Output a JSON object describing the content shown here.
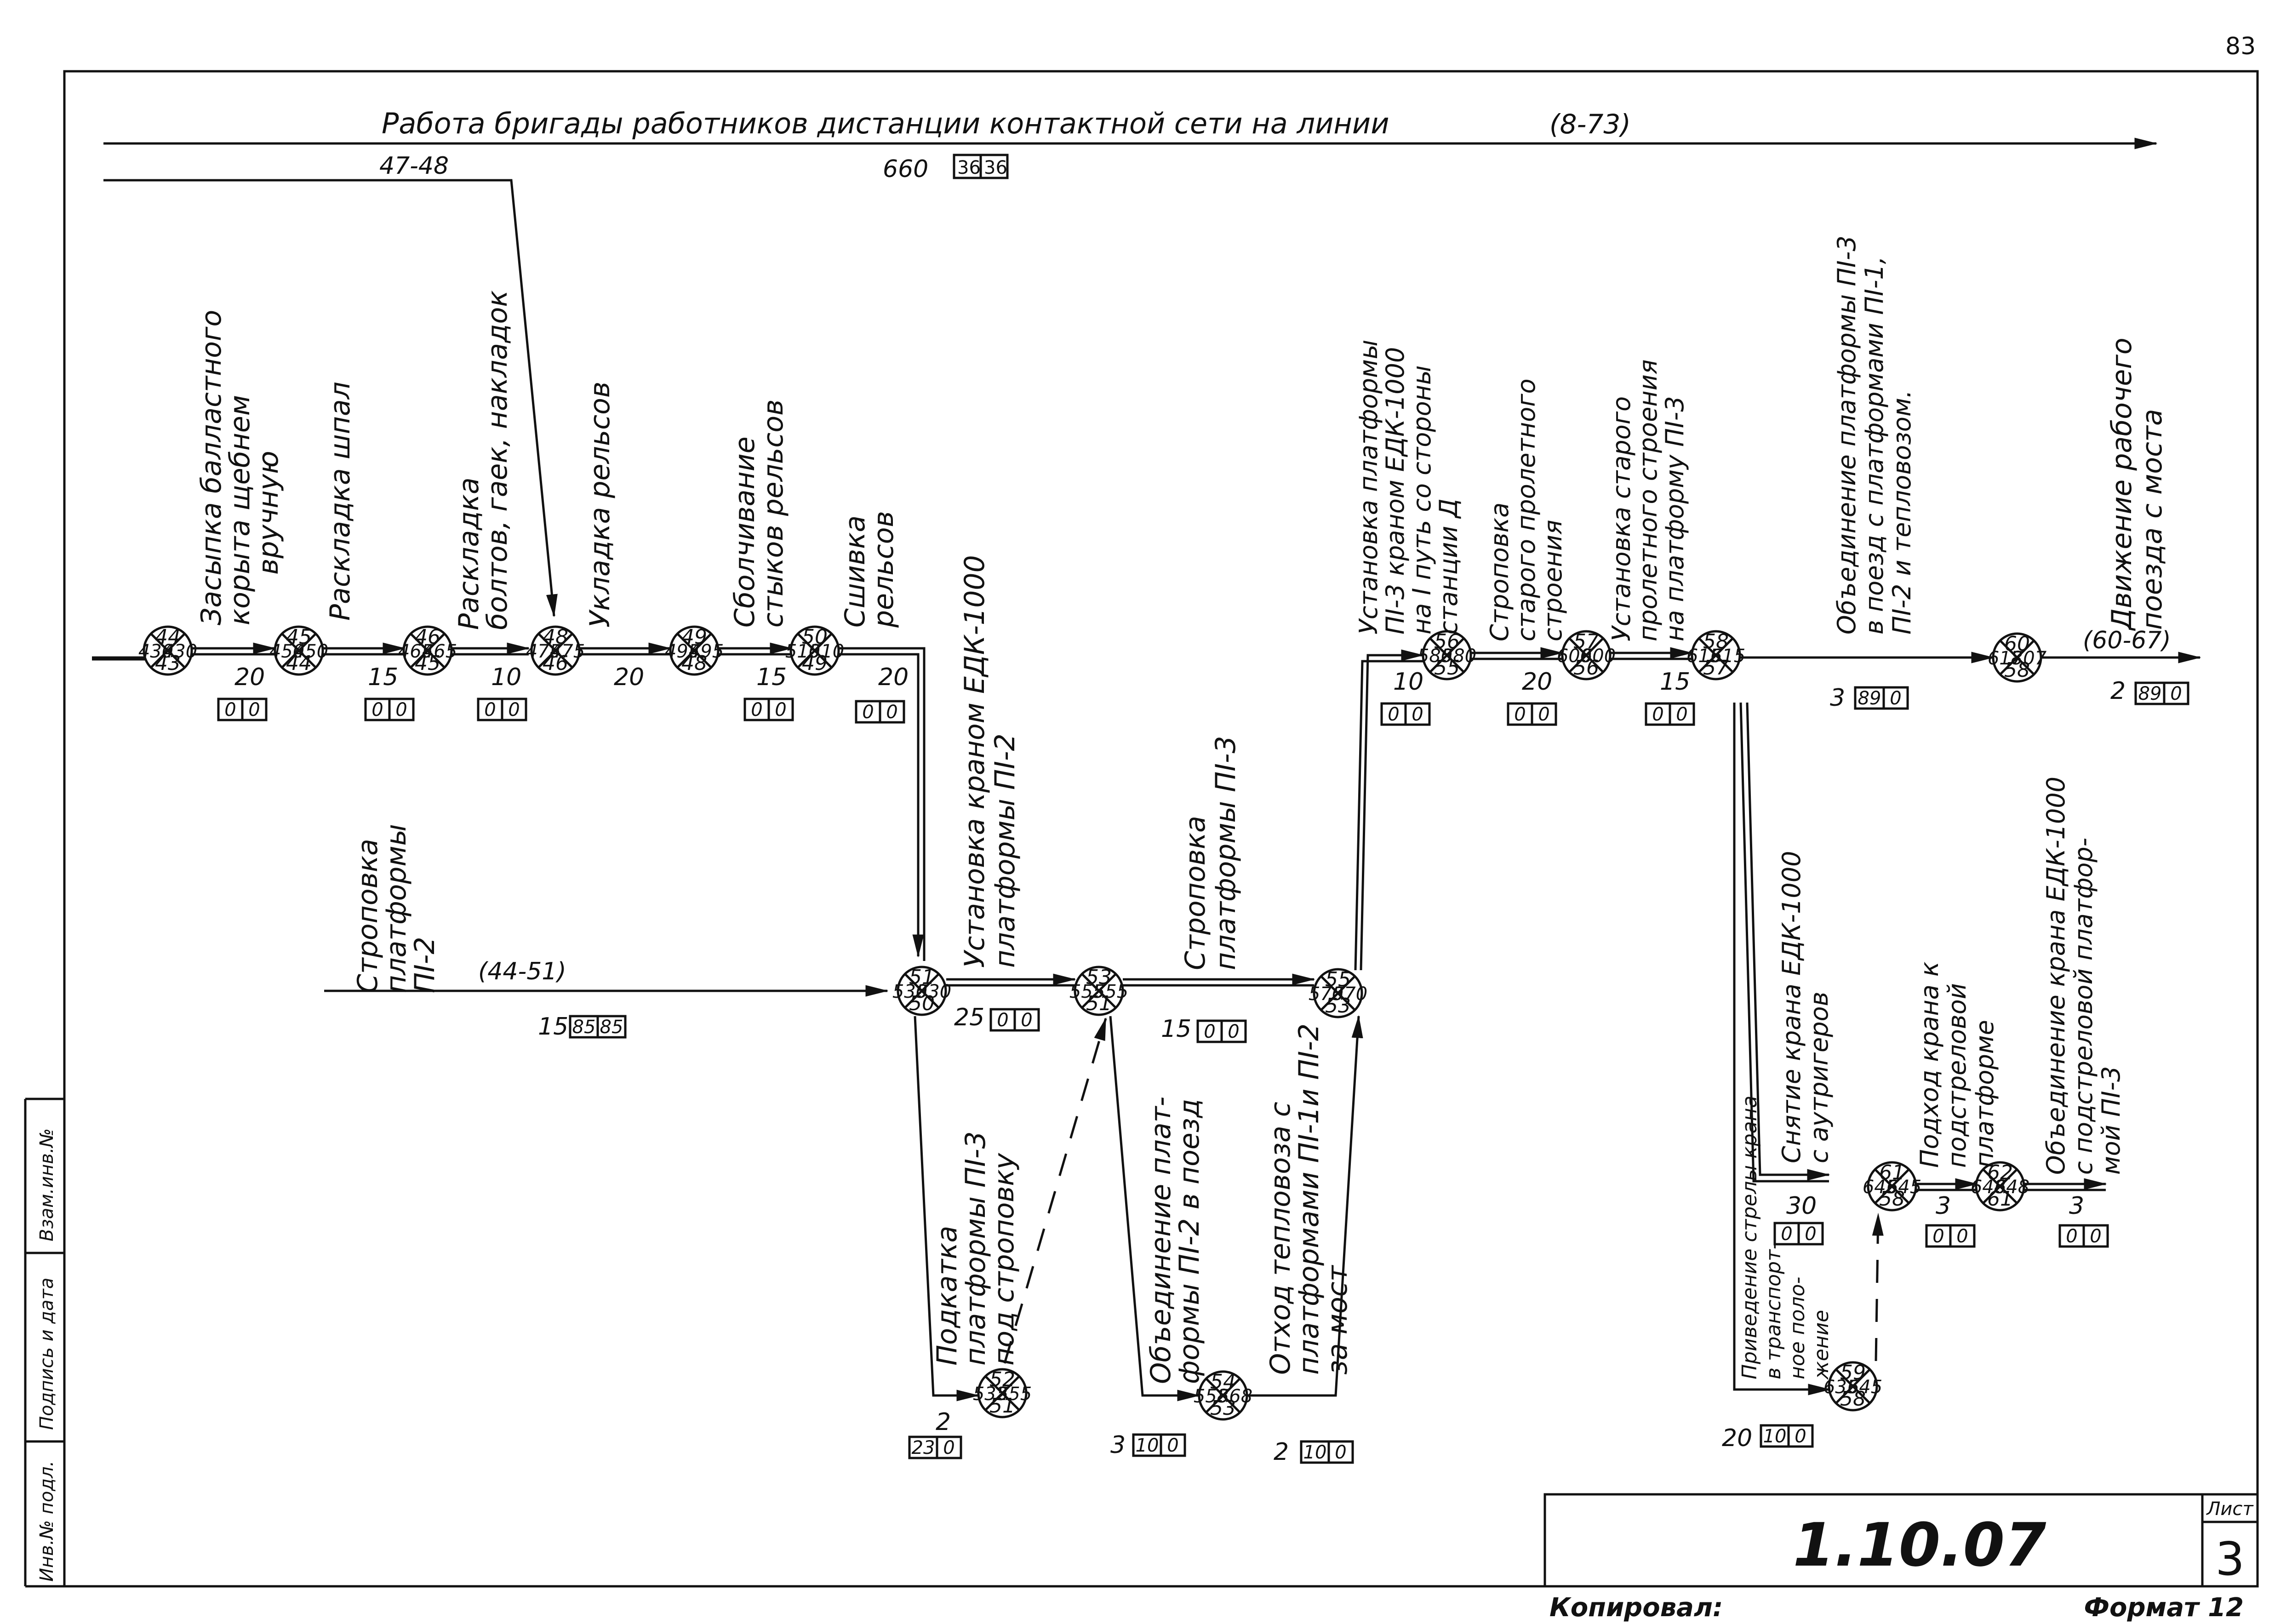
{
  "page_number": "83",
  "header": {
    "title": "Работа бригады работников дистанции контактной сети на линии",
    "title_ref": "(8-73)",
    "duration": "660",
    "reserve": [
      "36",
      "36"
    ],
    "incoming_ref": "47-48"
  },
  "nodes": [
    {
      "id": "n44",
      "top": "44",
      "left": "430",
      "right": "430",
      "bottom": "43"
    },
    {
      "id": "n45",
      "top": "45",
      "left": "450",
      "right": "450",
      "bottom": "44"
    },
    {
      "id": "n46",
      "top": "46",
      "left": "465",
      "right": "465",
      "bottom": "45"
    },
    {
      "id": "n48",
      "top": "48",
      "left": "475",
      "right": "475",
      "bottom": "46"
    },
    {
      "id": "n49",
      "top": "49",
      "left": "495",
      "right": "495",
      "bottom": "48"
    },
    {
      "id": "n50",
      "top": "50",
      "left": "510",
      "right": "510",
      "bottom": "49"
    },
    {
      "id": "n51",
      "top": "51",
      "left": "530",
      "right": "530",
      "bottom": "50"
    },
    {
      "id": "n53",
      "top": "53",
      "left": "555",
      "right": "555",
      "bottom": "51"
    },
    {
      "id": "n55a",
      "top": "55",
      "left": "570",
      "right": "570",
      "bottom": "53"
    },
    {
      "id": "n52",
      "top": "52",
      "left": "532",
      "right": "555",
      "bottom": "51"
    },
    {
      "id": "n54",
      "top": "54",
      "left": "558",
      "right": "568",
      "bottom": "53"
    },
    {
      "id": "n56",
      "top": "56",
      "left": "580",
      "right": "580",
      "bottom": "55"
    },
    {
      "id": "n57",
      "top": "57",
      "left": "600",
      "right": "600",
      "bottom": "56"
    },
    {
      "id": "n58",
      "top": "58",
      "left": "615",
      "right": "615",
      "bottom": "57"
    },
    {
      "id": "n60",
      "top": "60",
      "left": "618",
      "right": "707",
      "bottom": "58"
    },
    {
      "id": "n61",
      "top": "61",
      "left": "645",
      "right": "645",
      "bottom": "58"
    },
    {
      "id": "n62",
      "top": "62",
      "left": "648",
      "right": "648",
      "bottom": "61"
    },
    {
      "id": "n59",
      "top": "59",
      "left": "635",
      "right": "645",
      "bottom": "58"
    }
  ],
  "activities": {
    "a1": {
      "label": [
        "Засыпка балластного",
        "корыта щебнем",
        "вручную"
      ],
      "duration": "20",
      "reserve": [
        "0",
        "0"
      ]
    },
    "a2": {
      "label": [
        "Раскладка шпал"
      ],
      "duration": "15",
      "reserve": [
        "0",
        "0"
      ]
    },
    "a3": {
      "label": [
        "Раскладка",
        "болтов, гаек, накладок"
      ],
      "duration": "10",
      "reserve": [
        "0",
        "0"
      ]
    },
    "a4": {
      "label": [
        "Укладка рельсов"
      ],
      "duration": "20",
      "reserve": []
    },
    "a5": {
      "label": [
        "Сболчивание",
        "стыков рельсов"
      ],
      "duration": "15",
      "reserve": [
        "0",
        "0"
      ]
    },
    "a6": {
      "label": [
        "Сшивка",
        "рельсов"
      ],
      "duration": "20",
      "reserve": [
        "0",
        "0"
      ]
    },
    "a7": {
      "label": [
        "Установка краном ЕДК-1000",
        "платформы ПI-2"
      ],
      "duration": "25",
      "reserve": [
        "0",
        "0"
      ]
    },
    "a8": {
      "label": [
        "Строповка",
        "платформы",
        "ПI-2"
      ],
      "ref": "(44-51)",
      "duration": "15",
      "reserve": [
        "85",
        "85"
      ]
    },
    "a9": {
      "label": [
        "Строповка",
        "платформы ПI-3"
      ],
      "duration": "15",
      "reserve": [
        "0",
        "0"
      ]
    },
    "a10": {
      "label": [
        "Подкатка",
        "платформы ПI-3",
        "под строповку"
      ],
      "duration": "2",
      "reserve": [
        "23",
        "0"
      ]
    },
    "a11": {
      "label": [
        "Объединение плат-",
        "формы ПI-2 в поезд"
      ],
      "duration": "3",
      "reserve": [
        "10",
        "0"
      ]
    },
    "a12": {
      "label": [
        "Отход тепловоза с",
        "платформами ПI-1и ПI-2",
        "за мост"
      ],
      "duration": "2",
      "reserve": [
        "10",
        "0"
      ]
    },
    "a13": {
      "label": [
        "Установка платформы",
        "ПI-3 краном ЕДК-1000",
        "на I путь со стороны",
        "станции Д"
      ],
      "duration": "10",
      "reserve": [
        "0",
        "0"
      ]
    },
    "a14": {
      "label": [
        "Строповка",
        "старого пролетного",
        "строения"
      ],
      "duration": "20",
      "reserve": [
        "0",
        "0"
      ]
    },
    "a15": {
      "label": [
        "Установка старого",
        "пролетного строения",
        "на платформу ПI-3"
      ],
      "duration": "15",
      "reserve": [
        "0",
        "0"
      ]
    },
    "a16": {
      "label": [
        "Объединение платформы ПI-3",
        "в поезд с платформами ПI-1,",
        "ПI-2 и тепловозом."
      ],
      "duration": "3",
      "reserve": [
        "89",
        "0"
      ]
    },
    "a17": {
      "label": [
        "Движение рабочего",
        "поезда с моста"
      ],
      "ref": "(60-67)",
      "duration": "2",
      "reserve": [
        "89",
        "0"
      ]
    },
    "a18": {
      "label": [
        "Снятие крана ЕДК-1000",
        "с аутригеров"
      ],
      "duration": "30",
      "reserve": [
        "0",
        "0"
      ]
    },
    "a19": {
      "label": [
        "Подход крана к",
        "подстреловой",
        "платформе"
      ],
      "duration": "3",
      "reserve": [
        "0",
        "0"
      ]
    },
    "a20": {
      "label": [
        "Объединение крана ЕДК-1000",
        "с подстреловой платфор-",
        "мой ПI-3"
      ],
      "duration": "3",
      "reserve": [
        "0",
        "0"
      ]
    },
    "a21": {
      "label": [
        "Приведение стрелы крана",
        "в транспорт-",
        "ное поло-",
        "жение"
      ],
      "duration": "20",
      "reserve": [
        "10",
        "0"
      ]
    }
  },
  "margin_stamp": [
    "Инв.№ подл.",
    "Подпись и дата",
    "Взам.инв.№"
  ],
  "title_block": {
    "code": "1.10.07",
    "sheet_label": "Лист",
    "sheet_number": "3"
  },
  "footer": {
    "copied": "Копировал:",
    "format": "Формат 12"
  }
}
